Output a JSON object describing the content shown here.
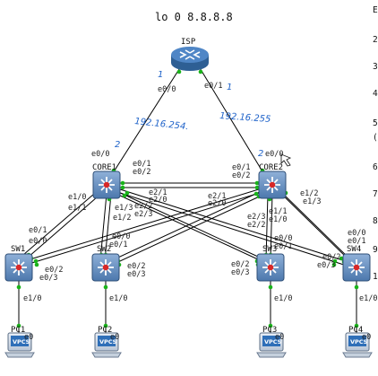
{
  "title": "lo 0 8.8.8.8",
  "side_markers": [
    "E",
    "2",
    "3",
    "4",
    "5",
    "(",
    "6",
    "7",
    "8",
    "9",
    "1"
  ],
  "devices": {
    "isp": {
      "name": "ISP",
      "color": "#4f86c6"
    },
    "core1": {
      "name": "CORE1"
    },
    "core2": {
      "name": "CORE2"
    },
    "sw1": {
      "name": "SW1"
    },
    "sw2": {
      "name": "SW2"
    },
    "sw3": {
      "name": "SW3"
    },
    "sw4": {
      "name": "SW4"
    },
    "pc1": {
      "name": "PC1",
      "badge": "VPCS"
    },
    "pc2": {
      "name": "PC2",
      "badge": "VPCS"
    },
    "pc3": {
      "name": "PC3",
      "badge": "VPCS"
    },
    "pc4": {
      "name": "PC4",
      "badge": "VPCS"
    }
  },
  "annotations": {
    "hand_1": "1",
    "hand_2": "1",
    "ip_core1": "192.16.254.",
    "ip_core2": "192.16.255",
    "hand_3": "2",
    "hand_4": "2"
  },
  "ports": {
    "isp_e00": "e0/0",
    "isp_e01": "e0/1",
    "c1_e00": "e0/0",
    "c1_e01": "e0/1",
    "c1_e02": "e0/2",
    "c1_e10": "e1/0",
    "c1_e11": "e1/1",
    "c1_e13": "e1/3",
    "c1_e12": "e1/2",
    "c1_e21": "e2/1",
    "c1_e20": "e2/0",
    "c1_e22": "e2/2",
    "c1_e23": "e2/3",
    "c2_e00": "e0/0",
    "c2_e01": "e0/1",
    "c2_e02": "e0/2",
    "c2_e12": "e1/2",
    "c2_e13": "e1/3",
    "c2_e11": "e1/1",
    "c2_e10": "e1/0",
    "c2_e21": "e2/1",
    "c2_e20": "e2/0",
    "c2_e23": "e2/3",
    "c2_e22": "e2/2",
    "sw1_e01": "e0/1",
    "sw1_e00": "e0/0",
    "sw1_e02": "e0/2",
    "sw1_e03": "e0/3",
    "sw1_e10": "e1/0",
    "sw2_e01": "e0/1",
    "sw2_e00": "e0/0",
    "sw2_e02": "e0/2",
    "sw2_e03": "e0/3",
    "sw2_e10": "e1/0",
    "sw3_e00": "e0/0",
    "sw3_e01": "e0/1",
    "sw3_e02": "e0/2",
    "sw3_e03": "e0/3",
    "sw3_e10": "e1/0",
    "sw4_e00": "e0/0",
    "sw4_e01": "e0/1",
    "sw4_e02": "e0/2",
    "sw4_e03": "e0/3",
    "sw4_e10": "e1/0",
    "pc1_e0": "e0",
    "pc2_e0": "e0",
    "pc3_e0": "e0",
    "pc4_e0": "e0"
  }
}
